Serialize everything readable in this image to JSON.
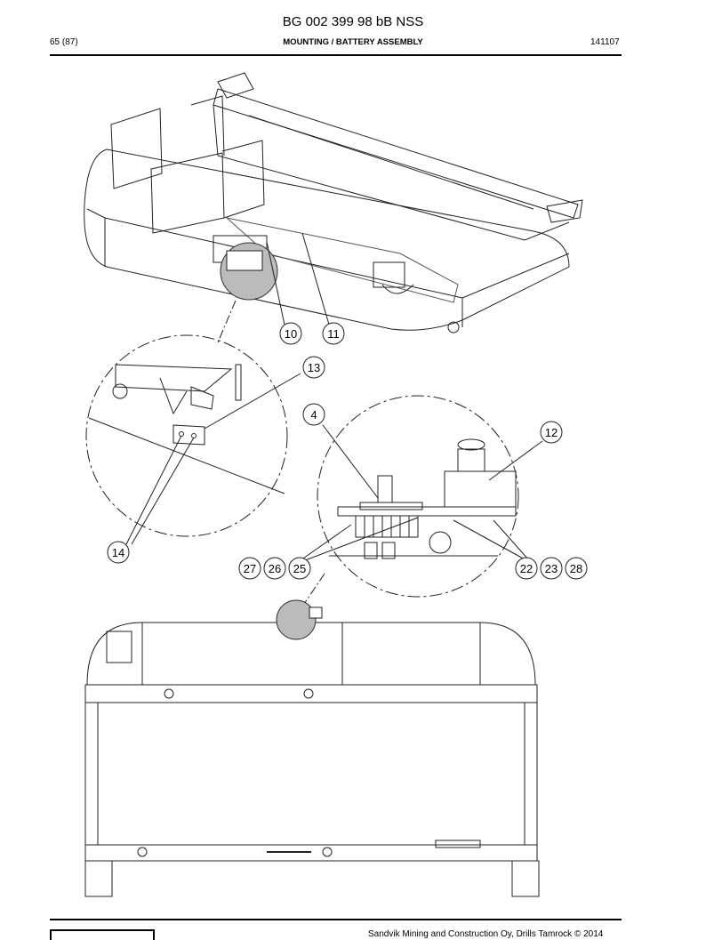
{
  "header": {
    "title": "BG 002 399 98 bB NSS",
    "page": "65 (87)",
    "section": "MOUNTING / BATTERY ASSEMBLY",
    "date": "141107"
  },
  "footer": {
    "copyright": "Sandvik Mining and Construction Oy, Drills Tamrock © 2014"
  },
  "callouts": [
    "10",
    "11",
    "13",
    "4",
    "12",
    "14",
    "27",
    "26",
    "25",
    "22",
    "23",
    "28"
  ]
}
